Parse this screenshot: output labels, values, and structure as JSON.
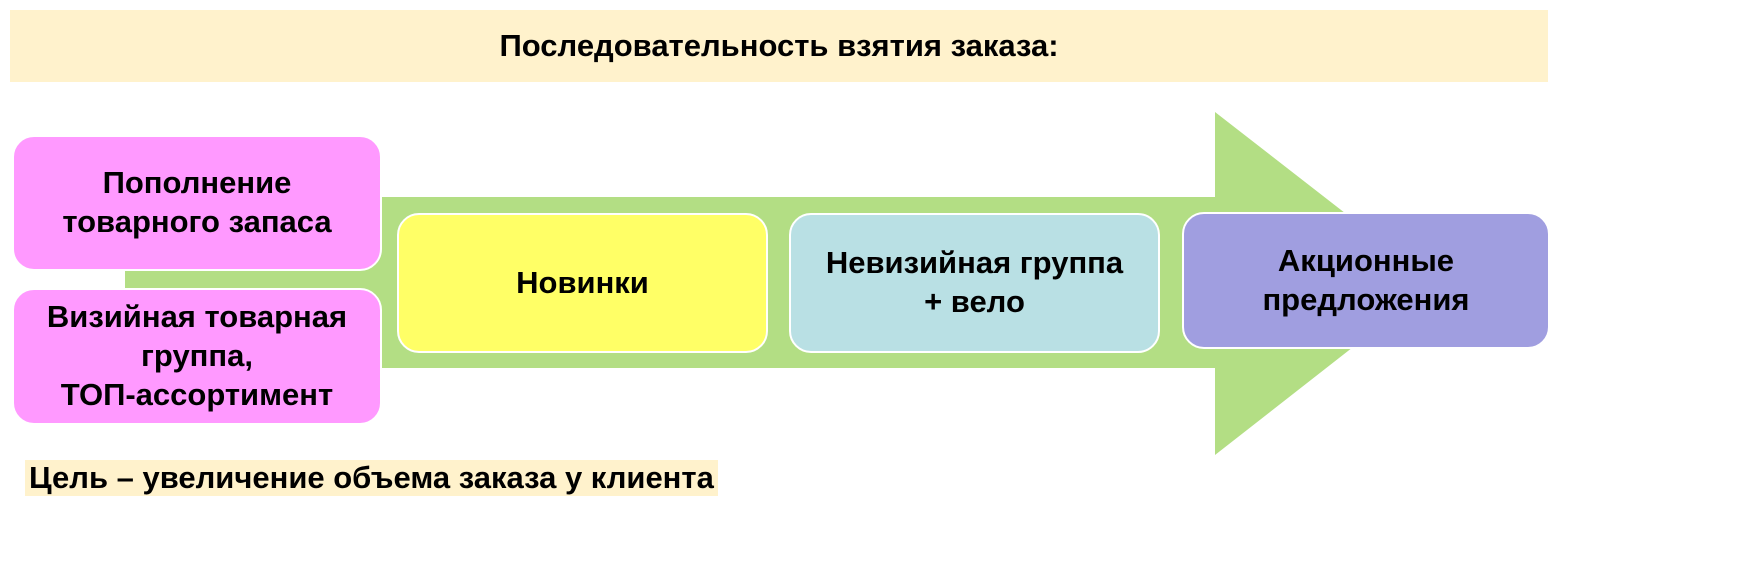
{
  "title": "Последовательность взятия заказа:",
  "steps": [
    {
      "label": "Пополнение\nтоварного запаса",
      "color": "#FF99FF"
    },
    {
      "label": "Визийная товарная\nгруппа,\nТОП-ассортимент",
      "color": "#FF99FF"
    },
    {
      "label": "Новинки",
      "color": "#FFFF66"
    },
    {
      "label": "Невизийная группа\n+ вело",
      "color": "#B9E0E4"
    },
    {
      "label": "Акционные\nпредложения",
      "color": "#A09EE0"
    }
  ],
  "arrow_color": "#B3DE84",
  "goal": "Цель – увеличение объема заказа у клиента"
}
